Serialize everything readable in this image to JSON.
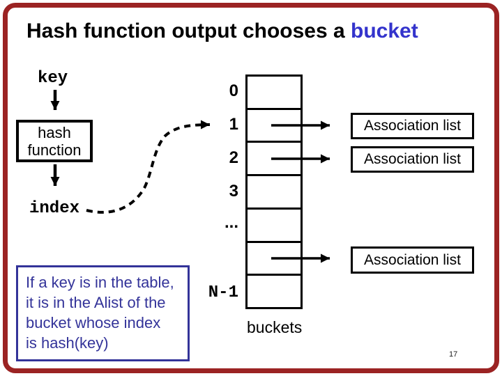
{
  "title": {
    "prefix": "Hash function output chooses a ",
    "highlight": "bucket"
  },
  "flow": {
    "key_label": "key",
    "hash_line1": "hash",
    "hash_line2": "function",
    "index_label": "index"
  },
  "buckets": {
    "row_labels": [
      "0",
      "1",
      "2",
      "3",
      "...",
      "",
      "N-1"
    ],
    "caption": "buckets"
  },
  "association": {
    "labels": [
      "Association list",
      "Association list",
      "Association list"
    ]
  },
  "note": {
    "lines": [
      "If a key is in the table,",
      "it is in the Alist of the",
      "bucket whose index",
      "is hash(key)"
    ]
  },
  "footer": {
    "page_number": "17"
  },
  "colors": {
    "title_highlight": "#3333cc",
    "note_blue": "#333399",
    "frame_red": "#9b2323",
    "ink": "#000000"
  }
}
